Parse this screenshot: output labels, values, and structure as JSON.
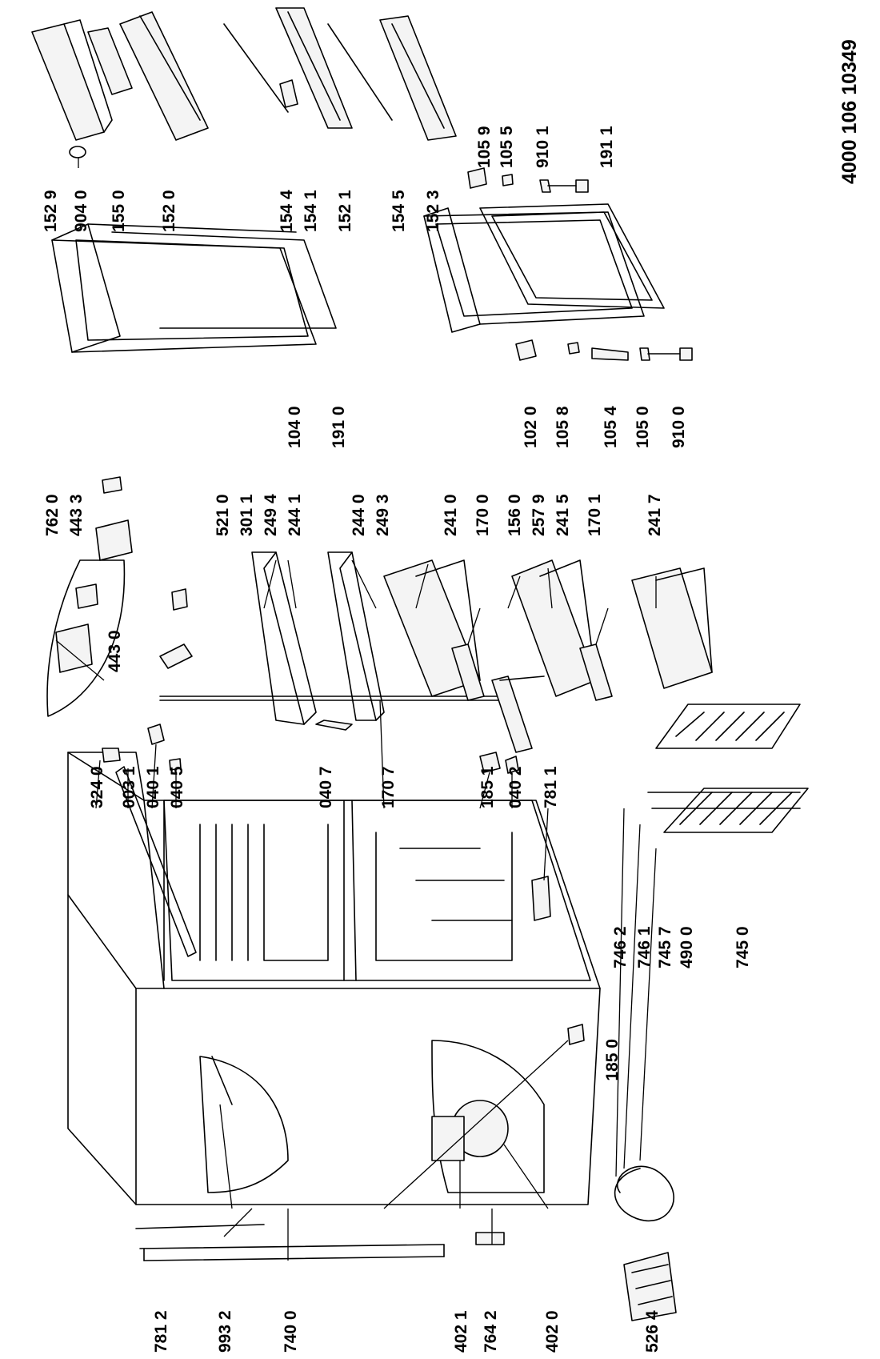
{
  "drawing_number": "4000 106 10349",
  "labels": {
    "l7812": "781 2",
    "l9932": "993 2",
    "l7400": "740 0",
    "l4021": "402 1",
    "l7642": "764 2",
    "l4020": "402 0",
    "l5264": "526 4",
    "l1850": "185 0",
    "l3240": "324 0",
    "l0031": "003 1",
    "l0401": "040 1",
    "l0405": "040 5",
    "l0407": "040 7",
    "l1707": "170 7",
    "l1851": "185 1",
    "l0402": "040 2",
    "l7811": "781 1",
    "l7462": "746 2",
    "l7461": "746 1",
    "l7457": "745 7",
    "l4900": "490 0",
    "l7450": "745 0",
    "l4430": "443 0",
    "l7620": "762 0",
    "l4433": "443 3",
    "l5210": "521 0",
    "l3011": "301 1",
    "l2494": "249 4",
    "l2441": "244 1",
    "l2440": "244 0",
    "l2493": "249 3",
    "l2410": "241 0",
    "l1700": "170 0",
    "l1560": "156 0",
    "l2579": "257 9",
    "l2415": "241 5",
    "l1701": "170 1",
    "l2417": "241 7",
    "l1040": "104 0",
    "l1910": "191 0",
    "l1020": "102 0",
    "l1058": "105 8",
    "l1054": "105 4",
    "l1050": "105 0",
    "l9100": "910 0",
    "l1529": "152 9",
    "l9040": "904 0",
    "l1550": "155 0",
    "l1520": "152 0",
    "l1544": "154 4",
    "l1541": "154 1",
    "l1521": "152 1",
    "l1545": "154 5",
    "l1523": "152 3",
    "l1059": "105 9",
    "l1055": "105 5",
    "l9101": "910 1",
    "l1911": "191 1"
  }
}
